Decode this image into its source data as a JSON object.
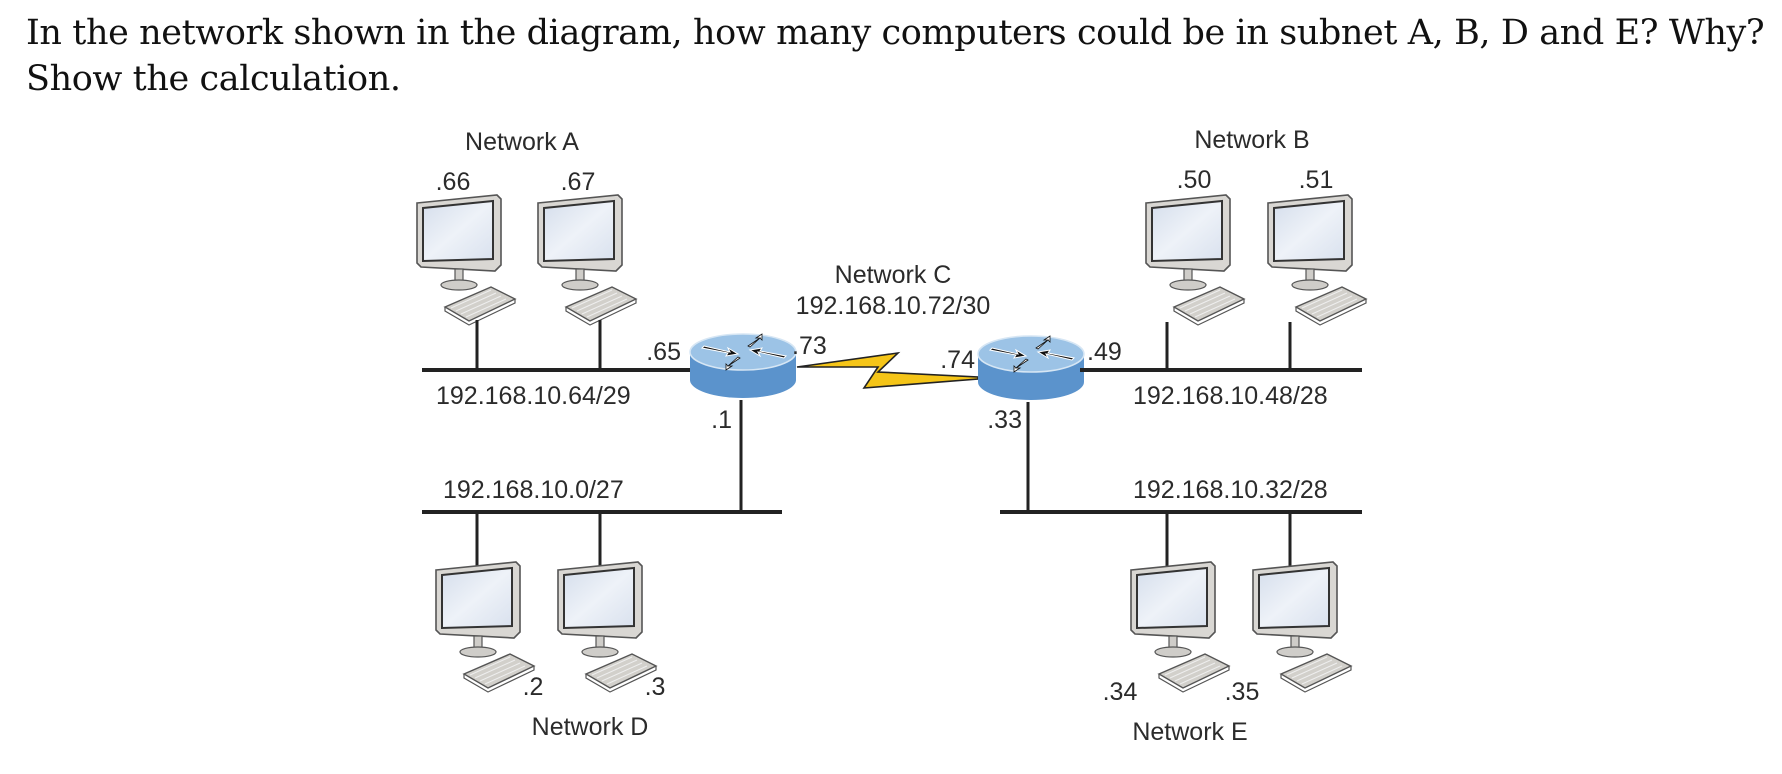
{
  "question": {
    "line1": "In the network shown in the diagram, how many computers could be in subnet A, B, D and E? Why?",
    "line2": "Show the calculation."
  },
  "colors": {
    "router_top": "#9cc3e6",
    "router_side": "#5b93cc",
    "wan_link": "#f5c518",
    "monitor_screen": "#e3e9f3",
    "device_frame": "#d6d4d0",
    "line": "#222222"
  },
  "networks": {
    "A": {
      "label": "Network A",
      "subnet": "192.168.10.64/29",
      "hosts": [
        ".66",
        ".67"
      ],
      "router_interface": ".65"
    },
    "B": {
      "label": "Network B",
      "subnet": "192.168.10.48/28",
      "hosts": [
        ".50",
        ".51"
      ],
      "router_interface": ".49"
    },
    "C": {
      "label": "Network C",
      "subnet": "192.168.10.72/30",
      "left_interface": ".73",
      "right_interface": ".74"
    },
    "D": {
      "label": "Network D",
      "subnet": "192.168.10.0/27",
      "hosts": [
        ".2",
        ".3"
      ],
      "router_interface": ".1"
    },
    "E": {
      "label": "Network E",
      "subnet": "192.168.10.32/28",
      "hosts": [
        ".34",
        ".35"
      ],
      "router_interface": ".33"
    }
  },
  "icons": {
    "router": "router-icon",
    "computer": "desktop-computer-icon",
    "wan": "serial-link-lightning-icon"
  }
}
